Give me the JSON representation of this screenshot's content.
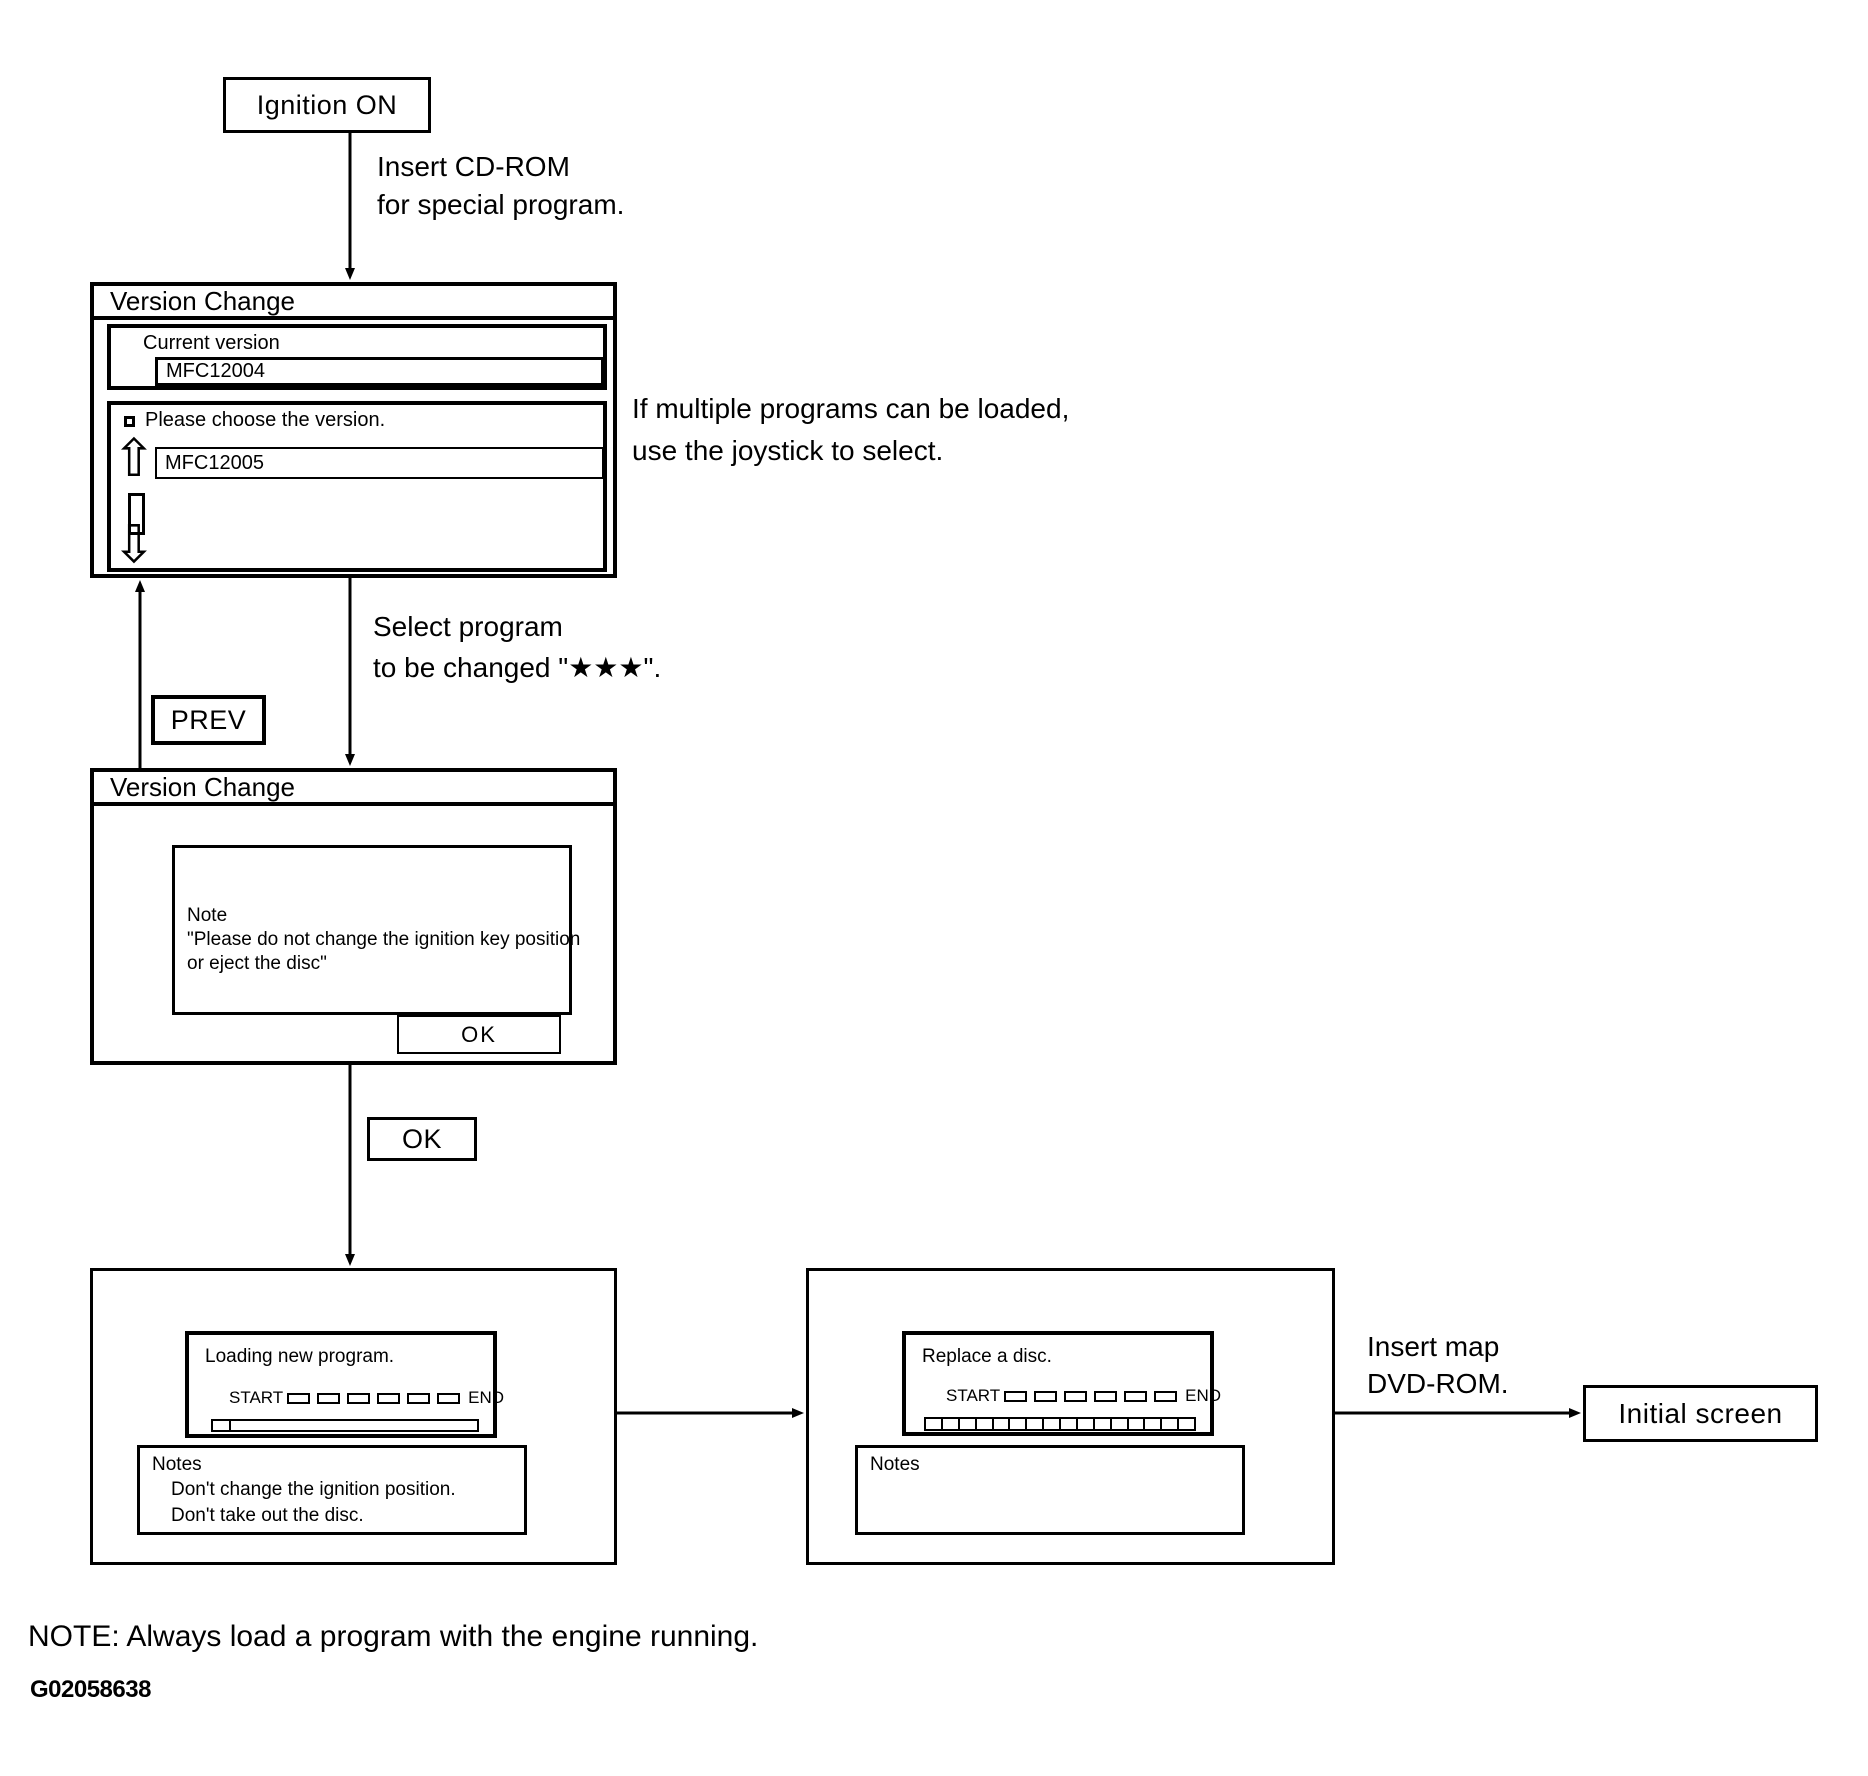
{
  "nodes": {
    "ignition": "Ignition ON",
    "prev": "PREV",
    "ok": "OK",
    "initial_screen": "Initial screen"
  },
  "labels": {
    "insert_cdrom_1": "Insert CD-ROM",
    "insert_cdrom_2": "for special program.",
    "multiple_1": "If multiple programs can be loaded,",
    "multiple_2": "use the joystick to select.",
    "select_1": "Select program",
    "select_2": "to be changed \"★★★\".",
    "insert_map_1": "Insert map",
    "insert_map_2": "DVD-ROM."
  },
  "icons": {
    "scroll_up": "⇧",
    "scroll_down": "⇩"
  },
  "screen1": {
    "title": "Version Change",
    "current_version_label": "Current version",
    "current_version_value": "MFC12004",
    "choose_prompt": "Please choose the version.",
    "version_option": "MFC12005"
  },
  "screen2": {
    "title": "Version Change",
    "note_title": "Note",
    "note_1": "\"Please do not change the ignition key position",
    "note_2": "or eject the disc\"",
    "ok": "OK"
  },
  "screen3": {
    "message": "Loading new program.",
    "start": "START",
    "end": "END",
    "segment_count": 6,
    "bar_lead_cells": 1,
    "notes_title": "Notes",
    "note_1": "Don't change the ignition position.",
    "note_2": "Don't take out the disc."
  },
  "screen4": {
    "message": "Replace a disc.",
    "start": "START",
    "end": "END",
    "segment_count": 6,
    "bar_cell_count": 16,
    "notes_title": "Notes"
  },
  "footer": {
    "note": "NOTE: Always load a program with the engine running.",
    "figure_id": "G02058638"
  }
}
